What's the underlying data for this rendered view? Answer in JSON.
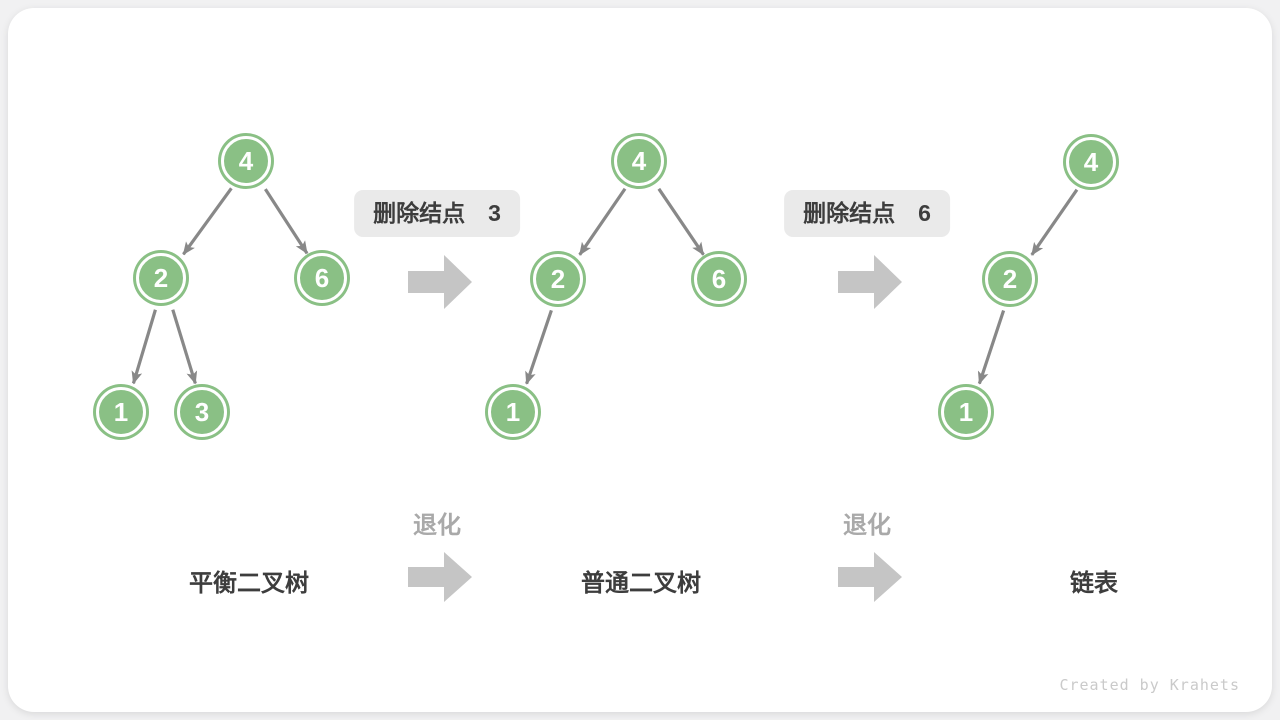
{
  "footer": {
    "credit": "Created by Krahets"
  },
  "step_labels": [
    {
      "text": "删除结点　3"
    },
    {
      "text": "删除结点　6"
    }
  ],
  "degrade_labels": [
    "退化",
    "退化"
  ],
  "trees": [
    {
      "id": "t1",
      "label": "平衡二叉树",
      "nodes": [
        "4",
        "2",
        "6",
        "1",
        "3"
      ],
      "edges": [
        [
          "4",
          "2"
        ],
        [
          "4",
          "6"
        ],
        [
          "2",
          "1"
        ],
        [
          "2",
          "3"
        ]
      ]
    },
    {
      "id": "t2",
      "label": "普通二叉树",
      "nodes": [
        "4",
        "2",
        "6",
        "1"
      ],
      "edges": [
        [
          "4",
          "2"
        ],
        [
          "4",
          "6"
        ],
        [
          "2",
          "1"
        ]
      ]
    },
    {
      "id": "t3",
      "label": "链表",
      "nodes": [
        "4",
        "2",
        "1"
      ],
      "edges": [
        [
          "4",
          "2"
        ],
        [
          "2",
          "1"
        ]
      ]
    }
  ],
  "colors": {
    "node_fill": "#8ac085",
    "node_ring": "#ffffff",
    "edge": "#888888",
    "block_arrow": "#c5c5c5",
    "label_bg": "#eaeaea",
    "text_dark": "#3d3d3d",
    "text_gray": "#a9a9a9",
    "watermark": "#cacaca",
    "card_bg": "#ffffff",
    "page_bg": "#f1f1f2"
  }
}
